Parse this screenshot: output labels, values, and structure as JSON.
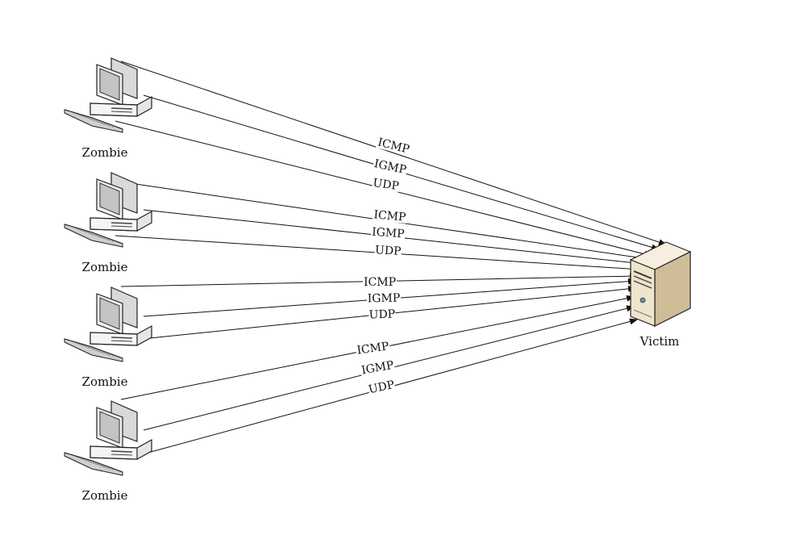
{
  "zombies": [
    {
      "label": "Zombie",
      "flows": [
        "ICMP",
        "IGMP",
        "UDP"
      ]
    },
    {
      "label": "Zombie",
      "flows": [
        "ICMP",
        "IGMP",
        "UDP"
      ]
    },
    {
      "label": "Zombie",
      "flows": [
        "ICMP",
        "IGMP",
        "UDP"
      ]
    },
    {
      "label": "Zombie",
      "flows": [
        "ICMP",
        "IGMP",
        "UDP"
      ]
    }
  ],
  "victim": {
    "label": "Victim"
  },
  "colors": {
    "line": "#111111",
    "server_body": "#efe6d2",
    "server_side": "#cdb996",
    "pc_body": "#e9e9e9",
    "screen": "#bfbfbf"
  },
  "icons": {
    "zombie": "desktop-computer-icon",
    "victim": "server-tower-icon"
  }
}
